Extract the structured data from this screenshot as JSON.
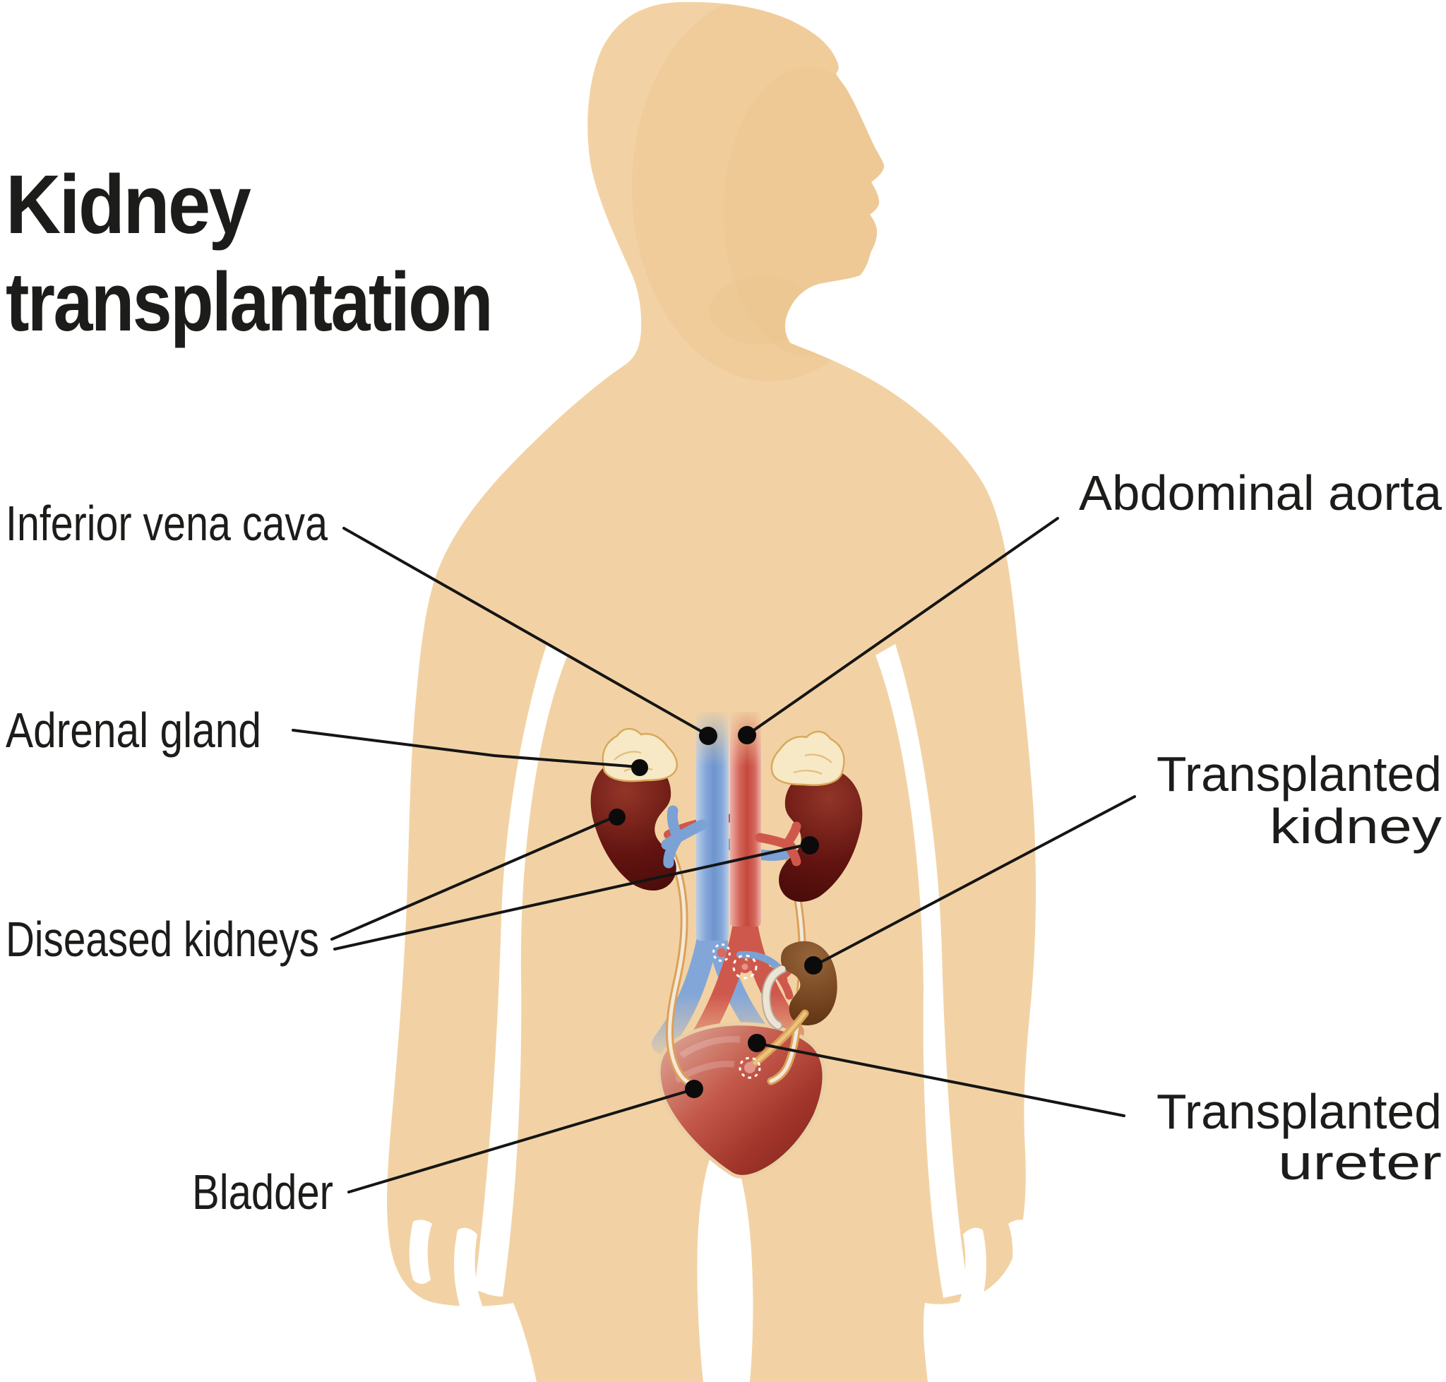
{
  "title": {
    "line1": "Kidney",
    "line2": "transplantation"
  },
  "labels": {
    "inferior_vena_cava": "Inferior vena cava",
    "adrenal_gland": "Adrenal gland",
    "diseased_kidneys": "Diseased kidneys",
    "bladder": "Bladder",
    "abdominal_aorta": "Abdominal aorta",
    "transplanted_kidney": {
      "line1": "Transplanted",
      "line2": "kidney"
    },
    "transplanted_ureter": {
      "line1": "Transplanted",
      "line2": "ureter"
    }
  },
  "colors": {
    "background": "#ffffff",
    "skin": "#f2d2a4",
    "skin_shade": "#ecc28d",
    "text": "#1c1c1a",
    "leader_line": "#151515",
    "vein_blue": "#7b9fd4",
    "artery_red": "#c94b40",
    "kidney_maroon": "#5e120f",
    "adrenal_cream": "#f7e9c6",
    "adrenal_outline": "#d8a95c",
    "ureter_tan": "#dda05a",
    "transplanted_kidney_brown": "#7c4a22",
    "bladder_red": "#b54a3c",
    "anastomosis_pink": "#d96a5f"
  }
}
